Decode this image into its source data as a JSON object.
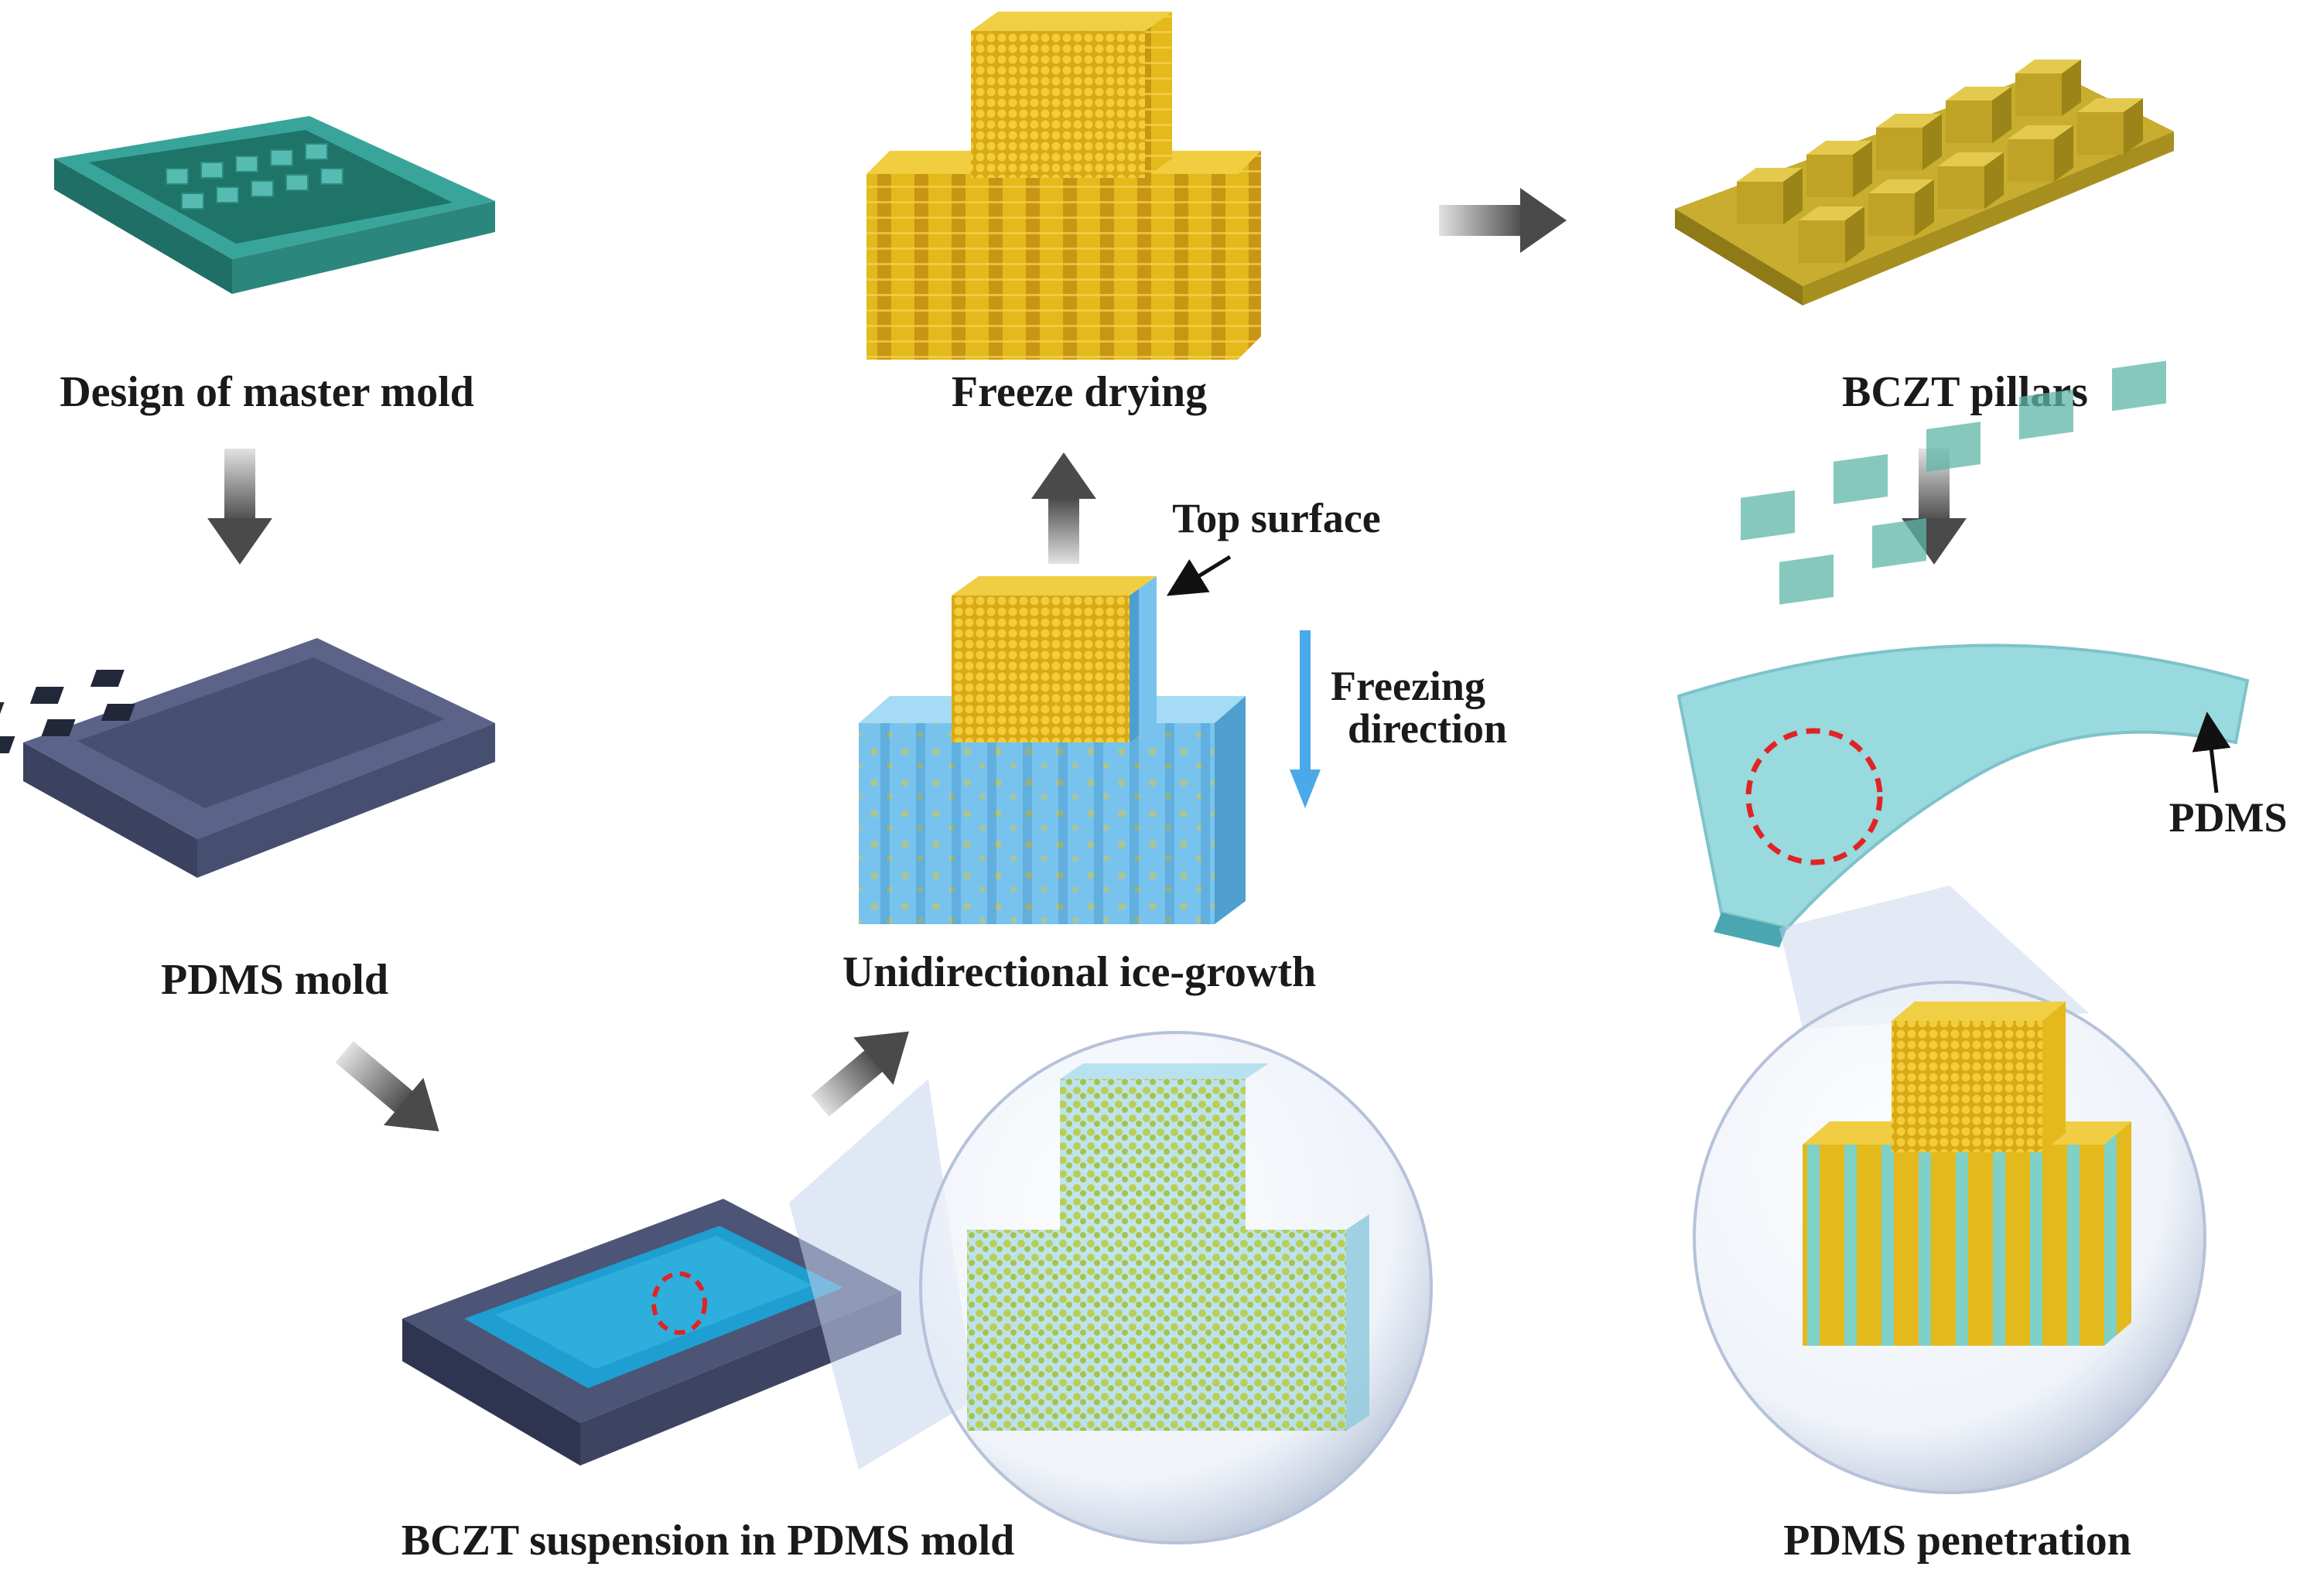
{
  "labels": {
    "master_mold": "Design of master mold",
    "pdms_mold": "PDMS mold",
    "suspension": "BCZT suspension in PDMS mold",
    "ice_growth": "Unidirectional ice-growth",
    "freeze_drying": "Freeze drying",
    "top_surface": "Top surface",
    "freezing_direction_line1": "Freezing",
    "freezing_direction_line2": "direction",
    "pillars": "BCZT pillars",
    "pdms_penetration": "PDMS penetration",
    "pdms_tag": "PDMS"
  },
  "colors": {
    "master_mold": "#2f8a7f",
    "pdms_mold": "#4c5575",
    "suspension_liquid": "#1f9ed1",
    "bczt_gold": "#e4b91c",
    "ice_blue": "#77c3ee",
    "pdms_film": "#7fd1d6",
    "red_marker": "#e02424",
    "process_arrow": "#555555"
  }
}
